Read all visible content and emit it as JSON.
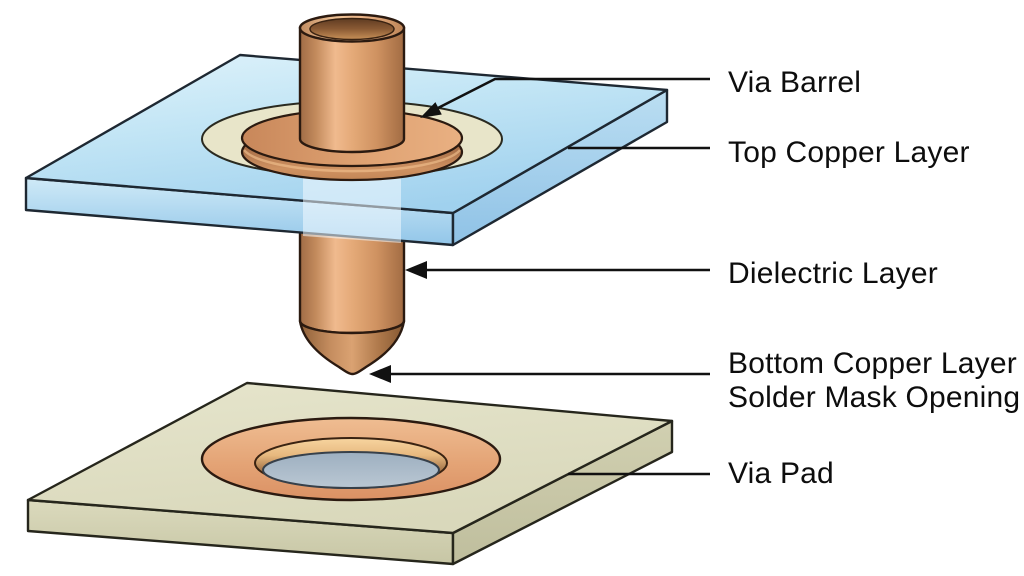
{
  "figure": {
    "type": "isometric-diagram",
    "subject": "PCB via structure (exploded view)",
    "background": "#ffffff"
  },
  "labels": {
    "via_barrel": "Via Barrel",
    "top_copper_layer": "Top Copper Layer",
    "dielectric_layer": "Dielectric Layer",
    "bottom_copper_layer": "Bottom Copper Layer",
    "solder_mask_opening": "Solder Mask Opening",
    "via_pad": "Via Pad"
  },
  "colors": {
    "copper_highlight": "#f0bc92",
    "copper": "#d79a6a",
    "copper_dark": "#a06c44",
    "top_layer_blue": "#b9dff2",
    "bottom_layer_olive": "#e1e0c5",
    "solder_mask_cream": "#e8e5c9",
    "pad_hole_gray": "#a8b8c6",
    "bevel_gold": "#f7d5a0",
    "outline": "#1c1c1c",
    "leader_line": "#111111",
    "text": "#0d0d0d"
  }
}
